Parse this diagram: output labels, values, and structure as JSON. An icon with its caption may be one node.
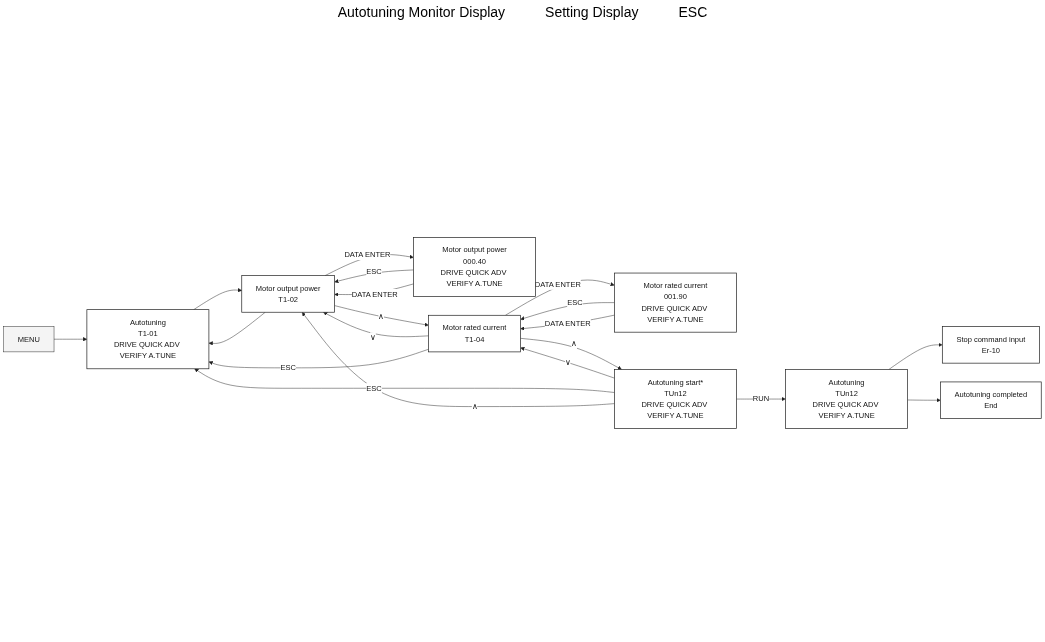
{
  "diagram": {
    "nodes": [
      {
        "text": [
          "MENU"
        ]
      },
      {
        "text": [
          "Autotuning",
          "T1-01",
          "DRIVE QUICK ADV VERIFY A.TUNE"
        ]
      },
      {
        "text": [
          "Motor output power",
          "T1-02"
        ]
      },
      {
        "text": [
          "Motor output power",
          "000.40",
          "DRIVE QUICK ADV VERIFY A.TUNE"
        ]
      },
      {
        "text": [
          "Motor rated current",
          "T1-04"
        ]
      },
      {
        "text": [
          "Motor rated current",
          "001.90",
          "DRIVE QUICK ADV VERIFY A.TUNE"
        ]
      },
      {
        "text": [
          "Autotuning start*",
          "TUn12",
          "DRIVE QUICK ADV VERIFY A.TUNE"
        ]
      },
      {
        "text": [
          "Autotuning",
          "TUn12",
          "DRIVE QUICK ADV VERIFY A.TUNE"
        ]
      },
      {
        "text": [
          "Stop command input",
          "Er-10"
        ]
      },
      {
        "text": [
          "Autotuning completed",
          "End"
        ]
      }
    ],
    "edges": [
      {
        "from": 0,
        "to": 1,
        "arrow": "to"
      },
      {
        "from": 1,
        "to": 2,
        "arrow": "to"
      },
      {
        "from": 2,
        "to": 1,
        "arrow": "to"
      },
      {
        "from": 2,
        "to": 3,
        "label": "DATA ENTER",
        "arrow": "to"
      },
      {
        "from": 3,
        "to": 2,
        "label": "ESC",
        "arrow": "to"
      },
      {
        "from": 3,
        "to": 2,
        "label": "DATA ENTER",
        "arrow": "to"
      },
      {
        "from": 4,
        "to": 2,
        "label": "∨",
        "arrow": "to"
      },
      {
        "from": 2,
        "to": 4,
        "label": "∧",
        "arrow": "to"
      },
      {
        "from": 4,
        "to": 5,
        "label": "DATA ENTER",
        "arrow": "to"
      },
      {
        "from": 5,
        "to": 4,
        "label": "ESC",
        "arrow": "to"
      },
      {
        "from": 5,
        "to": 4,
        "label": "DATA ENTER",
        "arrow": "to"
      },
      {
        "from": 4,
        "to": 1,
        "label": "ESC",
        "arrow": "to"
      },
      {
        "from": 6,
        "to": 4,
        "label": "∨",
        "arrow": "to"
      },
      {
        "from": 4,
        "to": 6,
        "label": "∧",
        "arrow": "to"
      },
      {
        "from": 6,
        "to": 1,
        "label": "ESC",
        "arrow": "to"
      },
      {
        "from": 6,
        "to": 2,
        "label": "∧",
        "arrow": "to"
      },
      {
        "from": 6,
        "to": 7,
        "label": "RUN",
        "arrow": "to"
      },
      {
        "from": 7,
        "to": 8,
        "arrow": "to"
      },
      {
        "from": 7,
        "to": 9,
        "arrow": "to"
      }
    ],
    "labels": [
      "Autotuning Monitor Display",
      "Setting Display",
      "ESC"
    ]
  }
}
